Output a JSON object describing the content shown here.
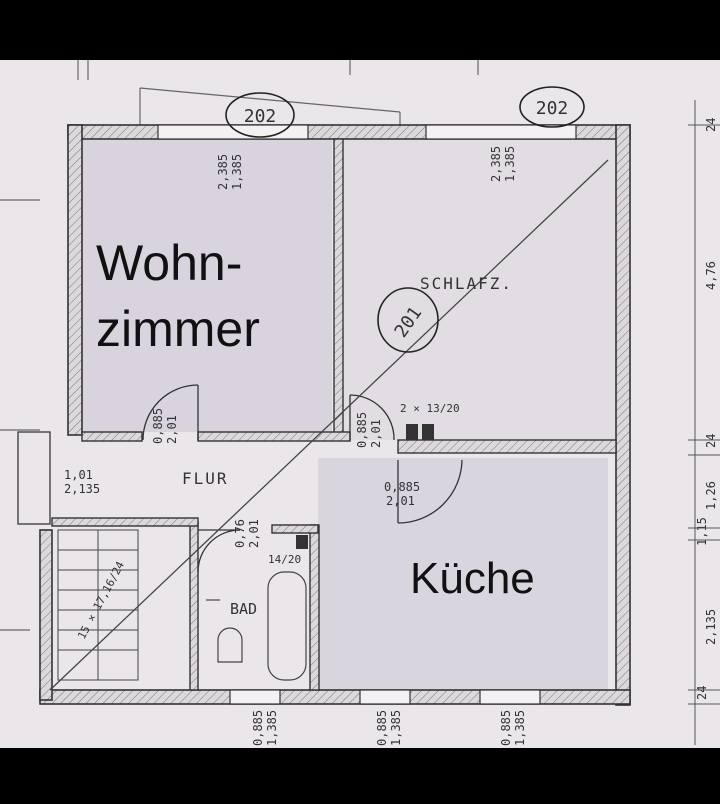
{
  "rooms": {
    "living": [
      "Wohn-",
      "zimmer"
    ],
    "bedroom": "SCHLAFZ.",
    "hallway": "FLUR",
    "kitchen": "Küche",
    "bathroom": "BAD"
  },
  "unit_markers": {
    "top_left": "202",
    "top_right": "202",
    "diagonal": "201"
  },
  "dimensions": {
    "living_window": [
      "2,385",
      "1,385"
    ],
    "bedroom_window": [
      "2,385",
      "1,385"
    ],
    "living_door": [
      "0,885",
      "2,01"
    ],
    "bedroom_door": [
      "0,885",
      "2,01"
    ],
    "kitchen_door": [
      "0,885",
      "2,01"
    ],
    "bath_door": [
      "0,76",
      "2,01"
    ],
    "entrance": [
      "1,01",
      "2,135"
    ],
    "vent_pair": "2 × 13/20",
    "bath_vent": "14/20",
    "stairs": "15 × 17,16/24",
    "bottom_window_1": [
      "0,885",
      "1,385"
    ],
    "bottom_window_2": [
      "0,885",
      "1,385"
    ],
    "bottom_window_3": [
      "0,885",
      "1,385"
    ],
    "right_margin": [
      "24",
      "4,76",
      "24",
      "1,26",
      "1,15",
      "2,135",
      "24"
    ]
  }
}
